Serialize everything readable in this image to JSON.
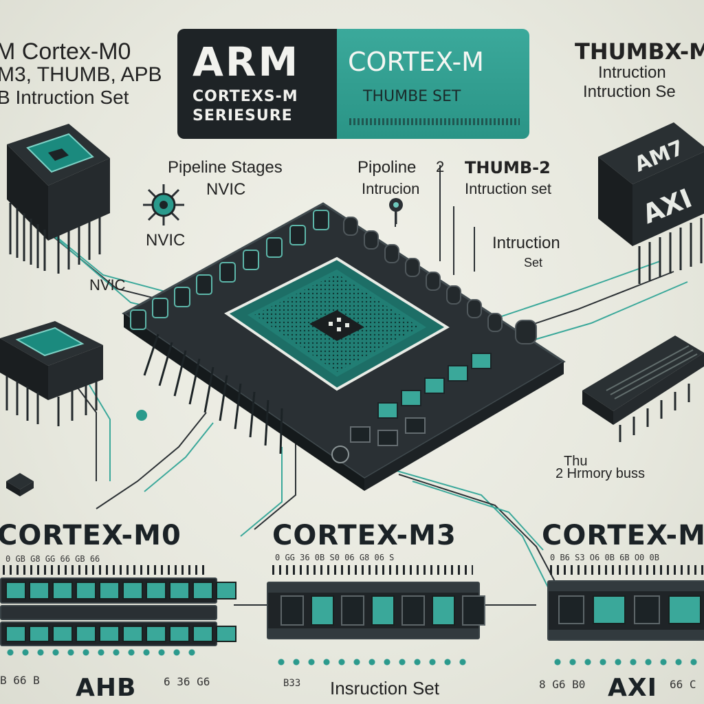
{
  "title": {
    "main": "ARM",
    "sub_line1": "CORTEXS-M",
    "sub_line2": "SERIESURE",
    "teal_title": "CORTEX-M",
    "teal_sub": "THUMBE    SET"
  },
  "top_left": {
    "line1": "M Cortex-M0",
    "line2": "M3, THUMB, APB",
    "line3": "B Intruction Set"
  },
  "top_right": {
    "line1": "THUMBX-M",
    "line2": "Intruction",
    "line3": "Intruction Se"
  },
  "labels": {
    "pipeline_stages": "Pipeline Stages",
    "nvic_top": "NVIC",
    "pipoline": "Pipoline",
    "pipoline_num": "2",
    "intrucion": "Intrucion",
    "thumb2": "THUMB-2",
    "thumb2_set": "Intruction set",
    "nvic_left": "NVIC",
    "nvic_left2": "NVIC",
    "intruction": "Intruction",
    "set": "Set",
    "thu": "Thu",
    "memory_bus": "2 Hrmory buss"
  },
  "chips": {
    "right_chip_top": "AM7",
    "right_chip_side": "AXI"
  },
  "bottom": {
    "m0_title": "CORTEX-M0",
    "m3_title": "CORTEX-M3",
    "m7_title": "CORTEX-M",
    "ahb": "AHB",
    "axi": "AXI",
    "instruction_set": "Insruction Set",
    "num_m0_top": "0 GB  G8  GG  66  GB  66",
    "num_m0_bot": "B 66 B",
    "num_m0_bot2": "6 36 G6",
    "num_m3_top": "0 GG 36 0B S0 06 G8 06 S",
    "num_m3_bot": "B33",
    "num_m7_top": "0 B6 S3 O6 0B 6B O0 0B",
    "num_m7_bot": "8 G6  B0",
    "num_m7_bot2": "66 C"
  },
  "colors": {
    "teal": "#2a9a8c",
    "dark": "#1e2326",
    "background": "#e9eae0"
  }
}
